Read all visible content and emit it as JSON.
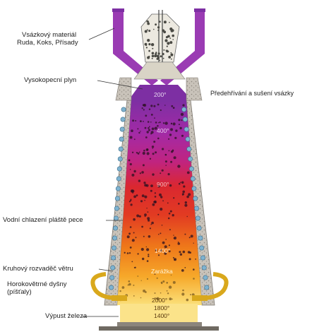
{
  "labels": {
    "charge_line1": "Vsázkový materiál",
    "charge_line2": "Ruda, Koks, Přísady",
    "top_gas": "Vysokopecní plyn",
    "preheat": "Předehřívání a sušení vsázky",
    "cooling": "Vodní chlazení pláště pece",
    "bustle_pipe": "Kruhový rozvaděč větru",
    "tuyeres_line1": "Horokovětrné dyšny",
    "tuyeres_line2": "(píšťaly)",
    "iron_tap": "Výpust železa"
  },
  "zones": {
    "t200": "200°",
    "t400": "400°",
    "t900": "900°",
    "t1400a": "1400°",
    "bosh": "Zarážka",
    "t2000": "2000°",
    "t1800": "1800°",
    "t1400b": "1400°"
  },
  "colors": {
    "purple": "#8a2ea8",
    "magenta": "#b1239a",
    "red": "#d62a2a",
    "orange": "#f07e12",
    "yellow": "#f9ce3c",
    "brick": "#bdb7ae",
    "cooler": "#7fb3d0",
    "gold": "#d9a81c"
  }
}
